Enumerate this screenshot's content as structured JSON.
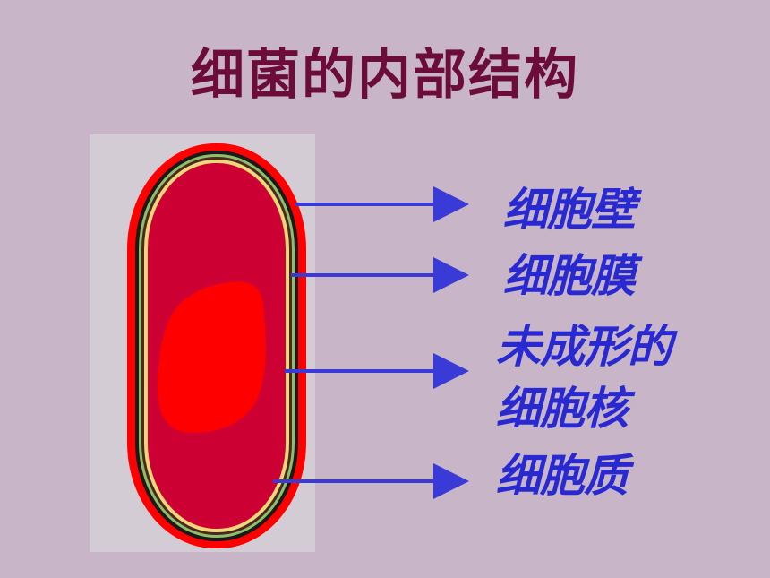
{
  "slide": {
    "title": "细菌的内部结构",
    "labels": {
      "cell_wall": "细胞壁",
      "cell_membrane": "细胞膜",
      "nucleoid_line1": "未成形的",
      "nucleoid_line2": "细胞核",
      "cytoplasm": "细胞质"
    }
  },
  "colors": {
    "background": "#c8b6c8",
    "title": "#6b0c3a",
    "label": "#2929d2",
    "arrow": "#3a3ad6",
    "image_panel": "#d4ccd4",
    "cell_wall_outer": "#ff0000",
    "cell_body": "#cc0033",
    "nucleoid": "#ff0000"
  }
}
